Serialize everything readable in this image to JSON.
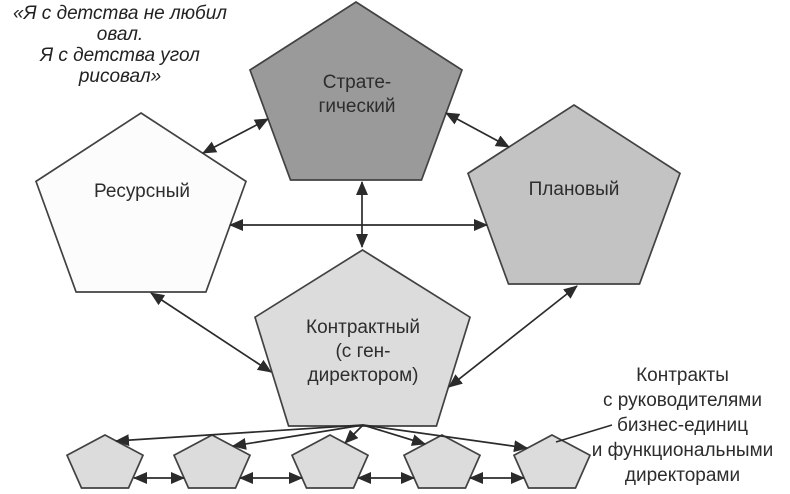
{
  "figure": {
    "quote": "«Я с детства не любил овал.\nЯ с детства угол рисовал»",
    "pentagons": {
      "strategic": {
        "label": "Страте-\nгический",
        "fill": "#9a9a9a"
      },
      "resource": {
        "label": "Ресурсный",
        "fill": "#fcfcfc"
      },
      "planned": {
        "label": "Плановый",
        "fill": "#c3c3c3"
      },
      "contract": {
        "label": "Контрактный\n(с ген-\nдиректором)",
        "fill": "#dcdcdc"
      }
    },
    "small_pentagons": {
      "count": 5,
      "fill": "#dcdcdc"
    },
    "caption": "Контракты\nс руководителями\nбизнес-единиц\nи функциональными\nдиректорами",
    "colors": {
      "outline": "#424242",
      "arrow": "#2b2b2b",
      "text": "#2d2d2d",
      "background": "#ffffff"
    },
    "connections": [
      {
        "from": "resource",
        "to": "strategic",
        "type": "bidirectional"
      },
      {
        "from": "strategic",
        "to": "planned",
        "type": "bidirectional"
      },
      {
        "from": "resource",
        "to": "planned",
        "type": "bidirectional"
      },
      {
        "from": "strategic",
        "to": "contract",
        "type": "bidirectional"
      },
      {
        "from": "resource",
        "to": "contract",
        "type": "bidirectional"
      },
      {
        "from": "contract",
        "to": "planned",
        "type": "bidirectional"
      },
      {
        "from": "contract",
        "to": "unit-1",
        "type": "directed"
      },
      {
        "from": "contract",
        "to": "unit-2",
        "type": "directed"
      },
      {
        "from": "contract",
        "to": "unit-3",
        "type": "directed"
      },
      {
        "from": "contract",
        "to": "unit-4",
        "type": "directed"
      },
      {
        "from": "contract",
        "to": "unit-5",
        "type": "directed"
      },
      {
        "from": "unit-1",
        "to": "unit-2",
        "type": "bidirectional"
      },
      {
        "from": "unit-2",
        "to": "unit-3",
        "type": "bidirectional"
      },
      {
        "from": "unit-3",
        "to": "unit-4",
        "type": "bidirectional"
      },
      {
        "from": "unit-4",
        "to": "unit-5",
        "type": "bidirectional"
      },
      {
        "from": "caption",
        "to": "unit-5",
        "type": "leader-line"
      }
    ]
  }
}
